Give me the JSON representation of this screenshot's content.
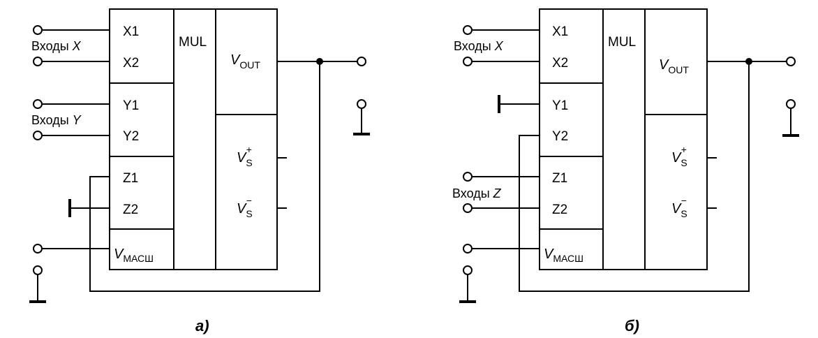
{
  "diagram_a": {
    "pins": {
      "x1": "X1",
      "x2": "X2",
      "y1": "Y1",
      "y2": "Y2",
      "z1": "Z1",
      "z2": "Z2",
      "scale_main": "V",
      "scale_sub": "МАСШ"
    },
    "mul": "MUL",
    "vout_main": "V",
    "vout_sub": "OUT",
    "vs_plus_main": "V",
    "vs_plus_sub": "S",
    "vs_plus_sup": "+",
    "vs_minus_main": "V",
    "vs_minus_sub": "S",
    "vs_minus_sup": "−",
    "inputs_x_text": "Входы ",
    "inputs_x_var": "X",
    "inputs_y_text": "Входы ",
    "inputs_y_var": "Y",
    "caption": "а)"
  },
  "diagram_b": {
    "pins": {
      "x1": "X1",
      "x2": "X2",
      "y1": "Y1",
      "y2": "Y2",
      "z1": "Z1",
      "z2": "Z2",
      "scale_main": "V",
      "scale_sub": "МАСШ"
    },
    "mul": "MUL",
    "vout_main": "V",
    "vout_sub": "OUT",
    "vs_plus_main": "V",
    "vs_plus_sub": "S",
    "vs_plus_sup": "+",
    "vs_minus_main": "V",
    "vs_minus_sub": "S",
    "vs_minus_sup": "−",
    "inputs_x_text": "Входы ",
    "inputs_x_var": "X",
    "inputs_z_text": "Входы ",
    "inputs_z_var": "Z",
    "caption": "б)"
  }
}
